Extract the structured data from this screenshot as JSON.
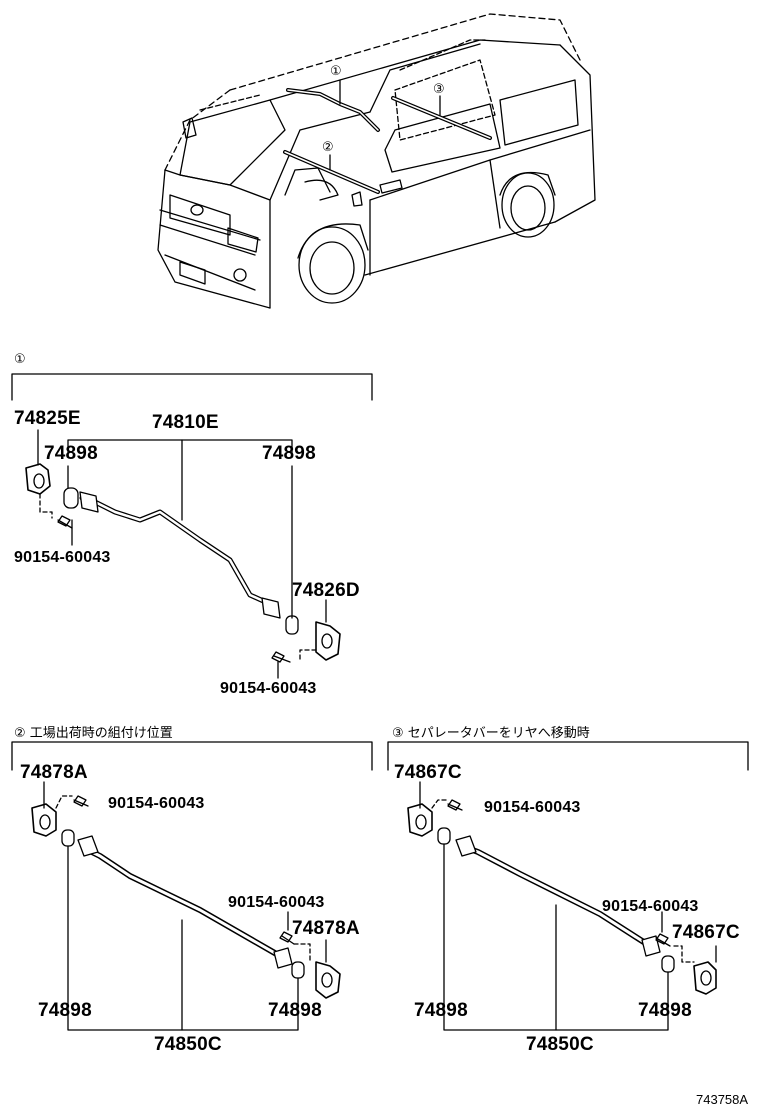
{
  "vehicle_callouts": {
    "c1": "①",
    "c2": "②",
    "c3": "③"
  },
  "section1": {
    "marker": "①",
    "labels": {
      "bracket_left": "74825E",
      "bar": "74810E",
      "cushion_left": "74898",
      "cushion_right": "74898",
      "screw_left": "90154-60043",
      "bracket_right": "74826D",
      "screw_right": "90154-60043"
    }
  },
  "section2": {
    "caption": "② 工場出荷時の組付け位置",
    "labels": {
      "bracket_left": "74878A",
      "screw_left": "90154-60043",
      "screw_right": "90154-60043",
      "bracket_right": "74878A",
      "cushion_left": "74898",
      "cushion_right": "74898",
      "bar": "74850C"
    }
  },
  "section3": {
    "caption": "③ セパレータバーをリヤへ移動時",
    "labels": {
      "bracket_left": "74867C",
      "screw_left": "90154-60043",
      "screw_right": "90154-60043",
      "bracket_right": "74867C",
      "cushion_left": "74898",
      "cushion_right": "74898",
      "bar": "74850C"
    }
  },
  "figure_ref": "743758A"
}
